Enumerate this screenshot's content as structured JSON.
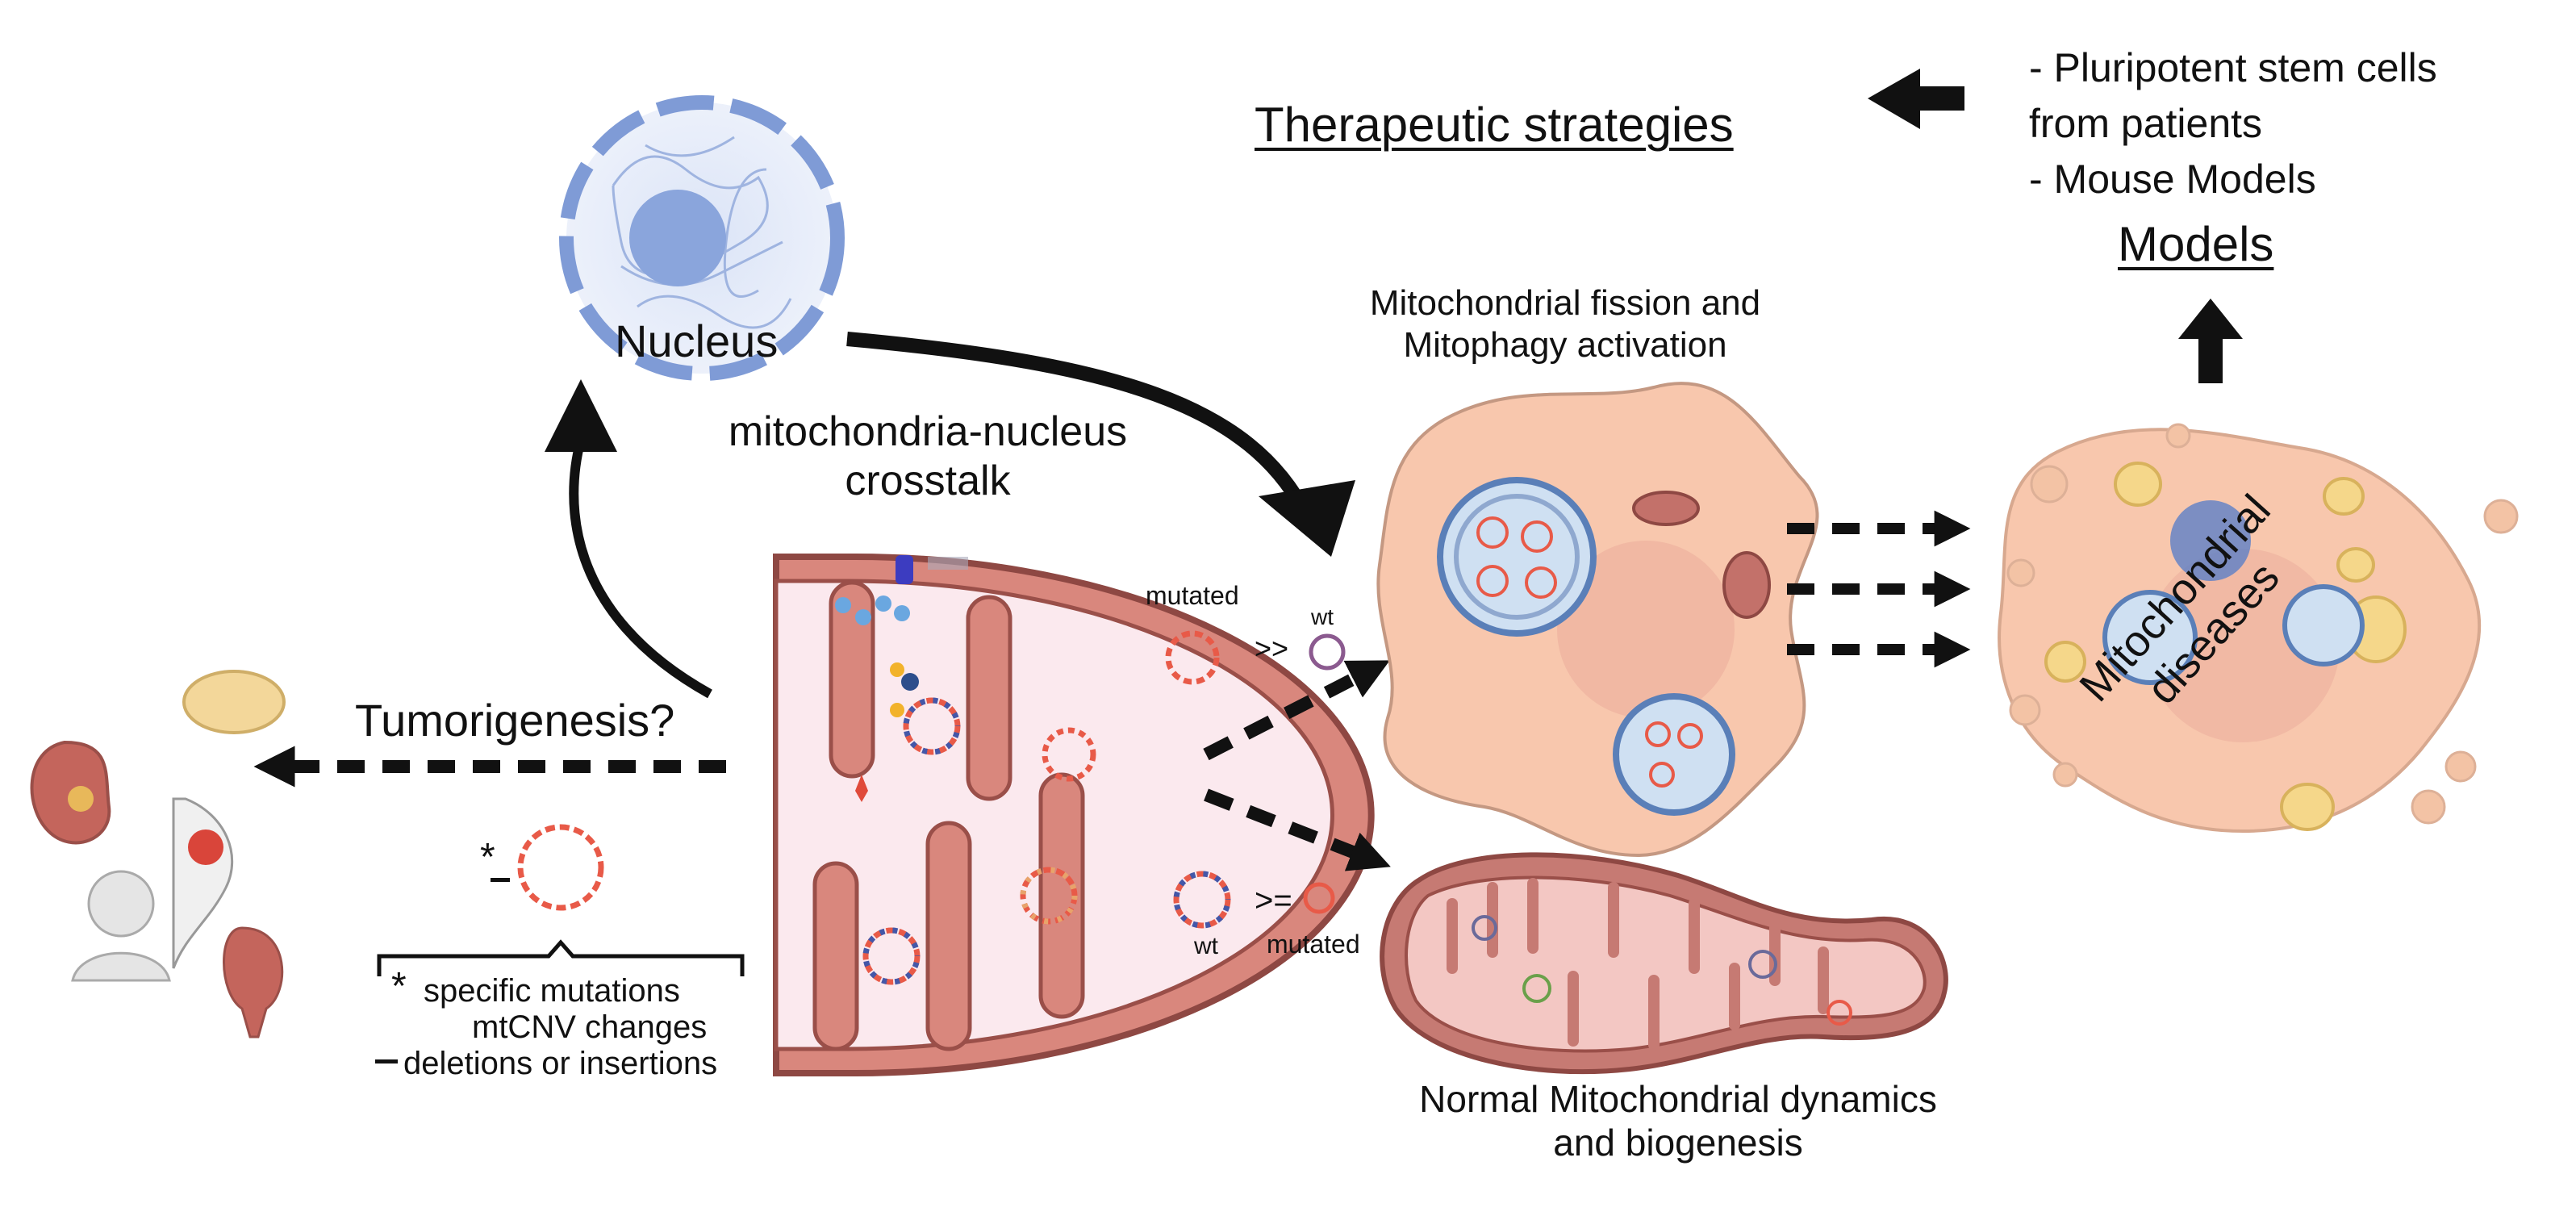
{
  "labels": {
    "therapeutic": "Therapeutic strategies",
    "models_list_1": "- Pluripotent stem cells",
    "models_list_2": "from patients",
    "models_list_3": "- Mouse Models",
    "models": "Models",
    "nucleus": "Nucleus",
    "crosstalk_1": "mitochondria-nucleus",
    "crosstalk_2": "crosstalk",
    "fission_1": "Mitochondrial fission and",
    "fission_2": "Mitophagy activation",
    "diseases_1": "Mitochondrial",
    "diseases_2": "diseases",
    "mutated_top": "mutated",
    "wt_top": "wt",
    "gt_top": ">>",
    "wt_bottom": "wt",
    "mutated_bottom": "mutated",
    "ge_bottom": ">=",
    "tumorigenesis": "Tumorigenesis?",
    "asterisk": "*",
    "legend_1": "specific mutations",
    "legend_2": "mtCNV changes",
    "legend_3": "deletions or insertions",
    "normal_1": "Normal Mitochondrial dynamics",
    "normal_2": "and biogenesis"
  },
  "colors": {
    "mito_outer": "#b8665f",
    "mito_fill": "#d9877d",
    "mito_matrix": "#fbe9ee",
    "cell_fill": "#f8c7ad",
    "nucleus_blue": "#8aa5dc",
    "arrow": "#111111",
    "mtdna_red": "#e85a48",
    "mtdna_blue": "#4457a8"
  }
}
